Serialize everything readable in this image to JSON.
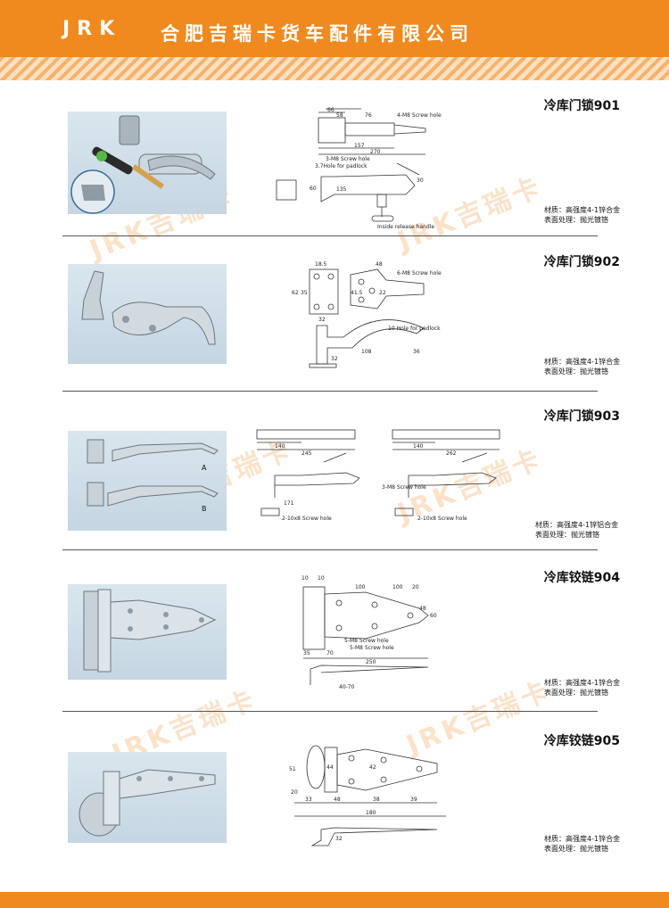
{
  "header": {
    "brand": "JRK",
    "company": "合肥吉瑞卡货车配件有限公司"
  },
  "watermark": "JRK吉瑞卡",
  "products": [
    {
      "title": "冷库门锁901",
      "material": "材质：高强度4-1锌合金",
      "finish": "表面处理：抛光镀铬",
      "dims": [
        "66",
        "58",
        "76",
        "157",
        "270",
        "4-M8 Screw hole",
        "3-M8 Screw hole",
        "3.7Hole for padlock",
        "Inside release handle",
        "135",
        "60",
        "30"
      ]
    },
    {
      "title": "冷库门锁902",
      "material": "材质：高强度4-1锌合金",
      "finish": "表面处理：抛光镀铬",
      "dims": [
        "18.5",
        "48",
        "6-M8 Screw hole",
        "62",
        "35",
        "41.5",
        "22",
        "32",
        "10 Hole for padlock",
        "108",
        "36",
        "32"
      ]
    },
    {
      "title": "冷库门锁903",
      "material": "材质：高强度4-1锌铝合金",
      "finish": "表面处理：抛光镀铬",
      "labels": [
        "A",
        "B"
      ],
      "dims": [
        "140",
        "245",
        "140",
        "262",
        "2-10x8 Screw hole",
        "3-M8 Screw hole",
        "2-10x8 Screw hole",
        "171"
      ]
    },
    {
      "title": "冷库铰链904",
      "material": "材质：高强度4-1锌合金",
      "finish": "表面处理：抛光镀铬",
      "dims": [
        "10",
        "10",
        "100",
        "100",
        "20",
        "48",
        "60",
        "35",
        "70",
        "5-M8 Screw hole",
        "5-M8 Screw hole",
        "250",
        "40-70"
      ]
    },
    {
      "title": "冷库铰链905",
      "material": "材质：高强度4-1锌合金",
      "finish": "表面处理：抛光镀铬",
      "dims": [
        "51",
        "44",
        "42",
        "20",
        "33",
        "48",
        "38",
        "39",
        "180",
        "32"
      ]
    }
  ],
  "colors": {
    "orange": "#f08a1e",
    "stripe_light": "#fbe0c2"
  }
}
